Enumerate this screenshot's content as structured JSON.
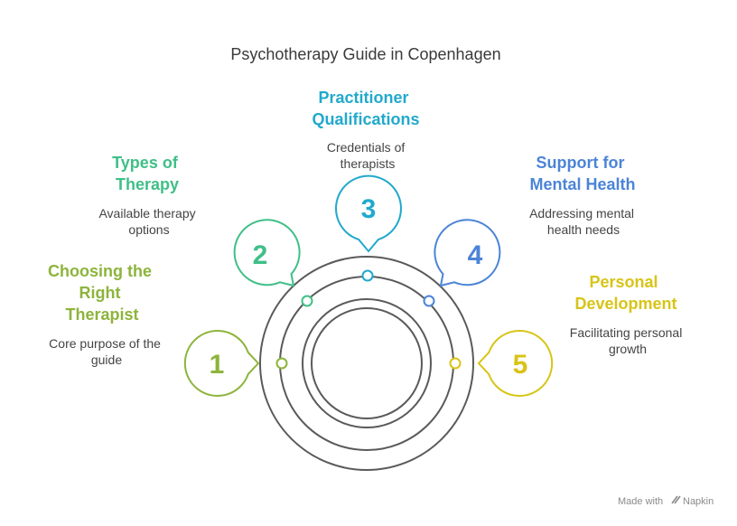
{
  "title": "Psychotherapy Guide in Copenhagen",
  "credit": {
    "prefix": "Made with",
    "brand": "Napkin"
  },
  "colors": {
    "ring": "#5a5a5a",
    "step1": "#8db43c",
    "step2": "#3fbf87",
    "step3": "#22a9cc",
    "step4": "#4b84d8",
    "step5": "#d8c417"
  },
  "steps": [
    {
      "number": "1",
      "heading": [
        "Choosing the",
        "Right",
        "Therapist"
      ],
      "description": [
        "Core purpose of the",
        "guide"
      ]
    },
    {
      "number": "2",
      "heading": [
        "Types of",
        "Therapy"
      ],
      "description": [
        "Available therapy",
        "options"
      ]
    },
    {
      "number": "3",
      "heading": [
        "Practitioner",
        "Qualifications"
      ],
      "description": [
        "Credentials of",
        "therapists"
      ]
    },
    {
      "number": "4",
      "heading": [
        "Support for",
        "Mental Health"
      ],
      "description": [
        "Addressing mental",
        "health needs"
      ]
    },
    {
      "number": "5",
      "heading": [
        "Personal",
        "Development"
      ],
      "description": [
        "Facilitating personal",
        "growth"
      ]
    }
  ]
}
